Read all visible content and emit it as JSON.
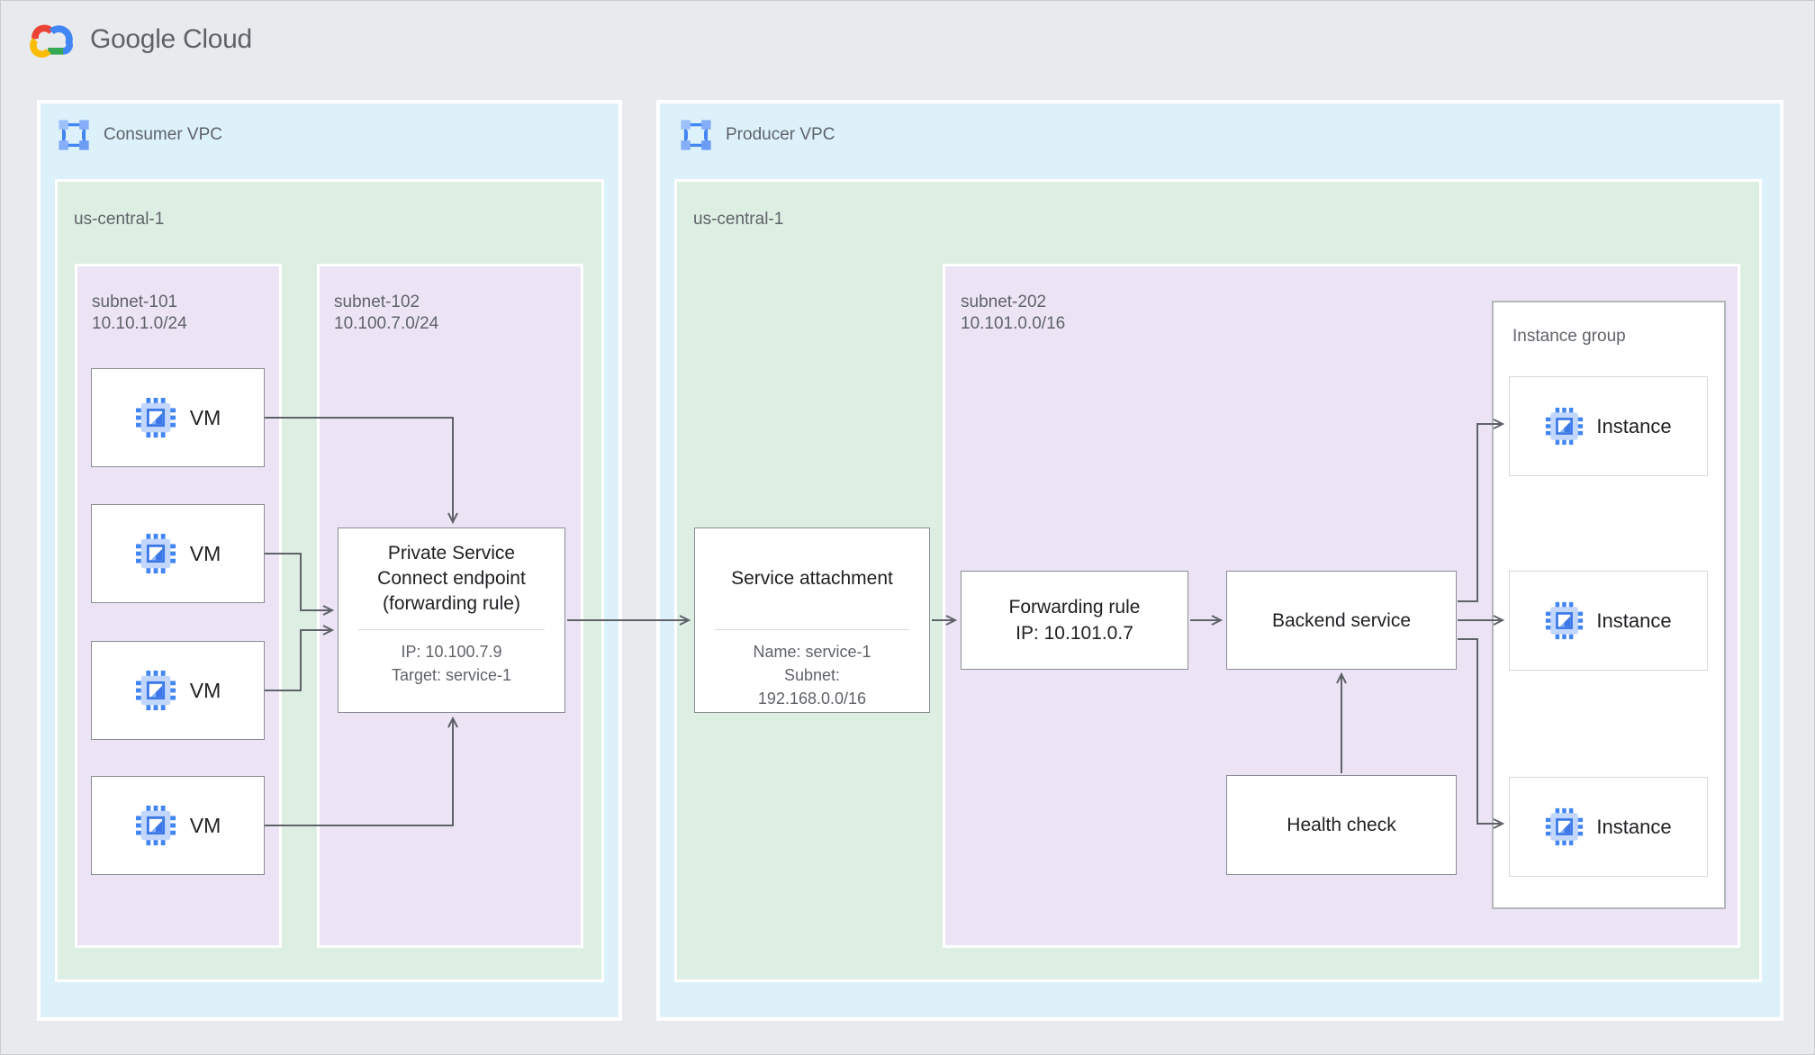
{
  "logo": {
    "wordmark": "Google Cloud"
  },
  "colors": {
    "page_bg": "#e8eaed",
    "vpc_fill": "#ddf1fb",
    "region_fill": "#ddeee3",
    "subnet_fill": "#ece4f4",
    "node_border": "#898e93",
    "arrow": "#5f6368",
    "text_primary": "#202124",
    "text_secondary": "#5f6368",
    "google_blue": "#4285f4",
    "google_red": "#ea4335",
    "google_yellow": "#fbbc04",
    "google_green": "#34a853"
  },
  "consumer_vpc": {
    "label": "Consumer VPC",
    "region": {
      "label": "us-central-1"
    },
    "subnet_101": {
      "name": "subnet-101",
      "cidr": "10.10.1.0/24",
      "vms": [
        {
          "label": "VM"
        },
        {
          "label": "VM"
        },
        {
          "label": "VM"
        },
        {
          "label": "VM"
        }
      ]
    },
    "subnet_102": {
      "name": "subnet-102",
      "cidr": "10.100.7.0/24",
      "psc_endpoint": {
        "title_line1": "Private Service",
        "title_line2": "Connect endpoint",
        "title_line3": "(forwarding rule)",
        "detail_line1": "IP: 10.100.7.9",
        "detail_line2": "Target: service-1"
      }
    }
  },
  "producer_vpc": {
    "label": "Producer VPC",
    "region": {
      "label": "us-central-1"
    },
    "service_attachment": {
      "title": "Service attachment",
      "detail_line1": "Name: service-1",
      "detail_line2": "Subnet:",
      "detail_line3": "192.168.0.0/16"
    },
    "subnet_202": {
      "name": "subnet-202",
      "cidr": "10.101.0.0/16",
      "forwarding_rule": {
        "line1": "Forwarding rule",
        "line2": "IP: 10.101.0.7"
      },
      "backend_service": {
        "title": "Backend service"
      },
      "health_check": {
        "title": "Health check"
      },
      "instance_group": {
        "label": "Instance group",
        "instances": [
          {
            "label": "Instance"
          },
          {
            "label": "Instance"
          },
          {
            "label": "Instance"
          }
        ]
      }
    }
  }
}
